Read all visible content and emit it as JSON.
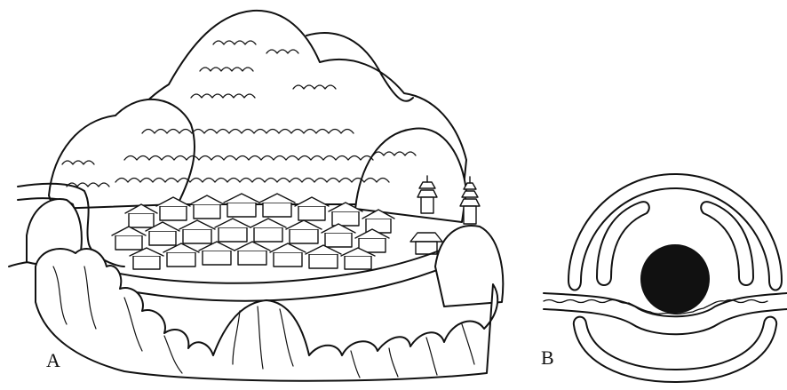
{
  "panels": {
    "a": {
      "label": "A",
      "illustration": "mountain-enclosed-settlement"
    },
    "b": {
      "label": "B",
      "illustration": "schematic-enclosure-with-river"
    }
  },
  "colors": {
    "ink": "#111111",
    "paper": "#ffffff"
  }
}
